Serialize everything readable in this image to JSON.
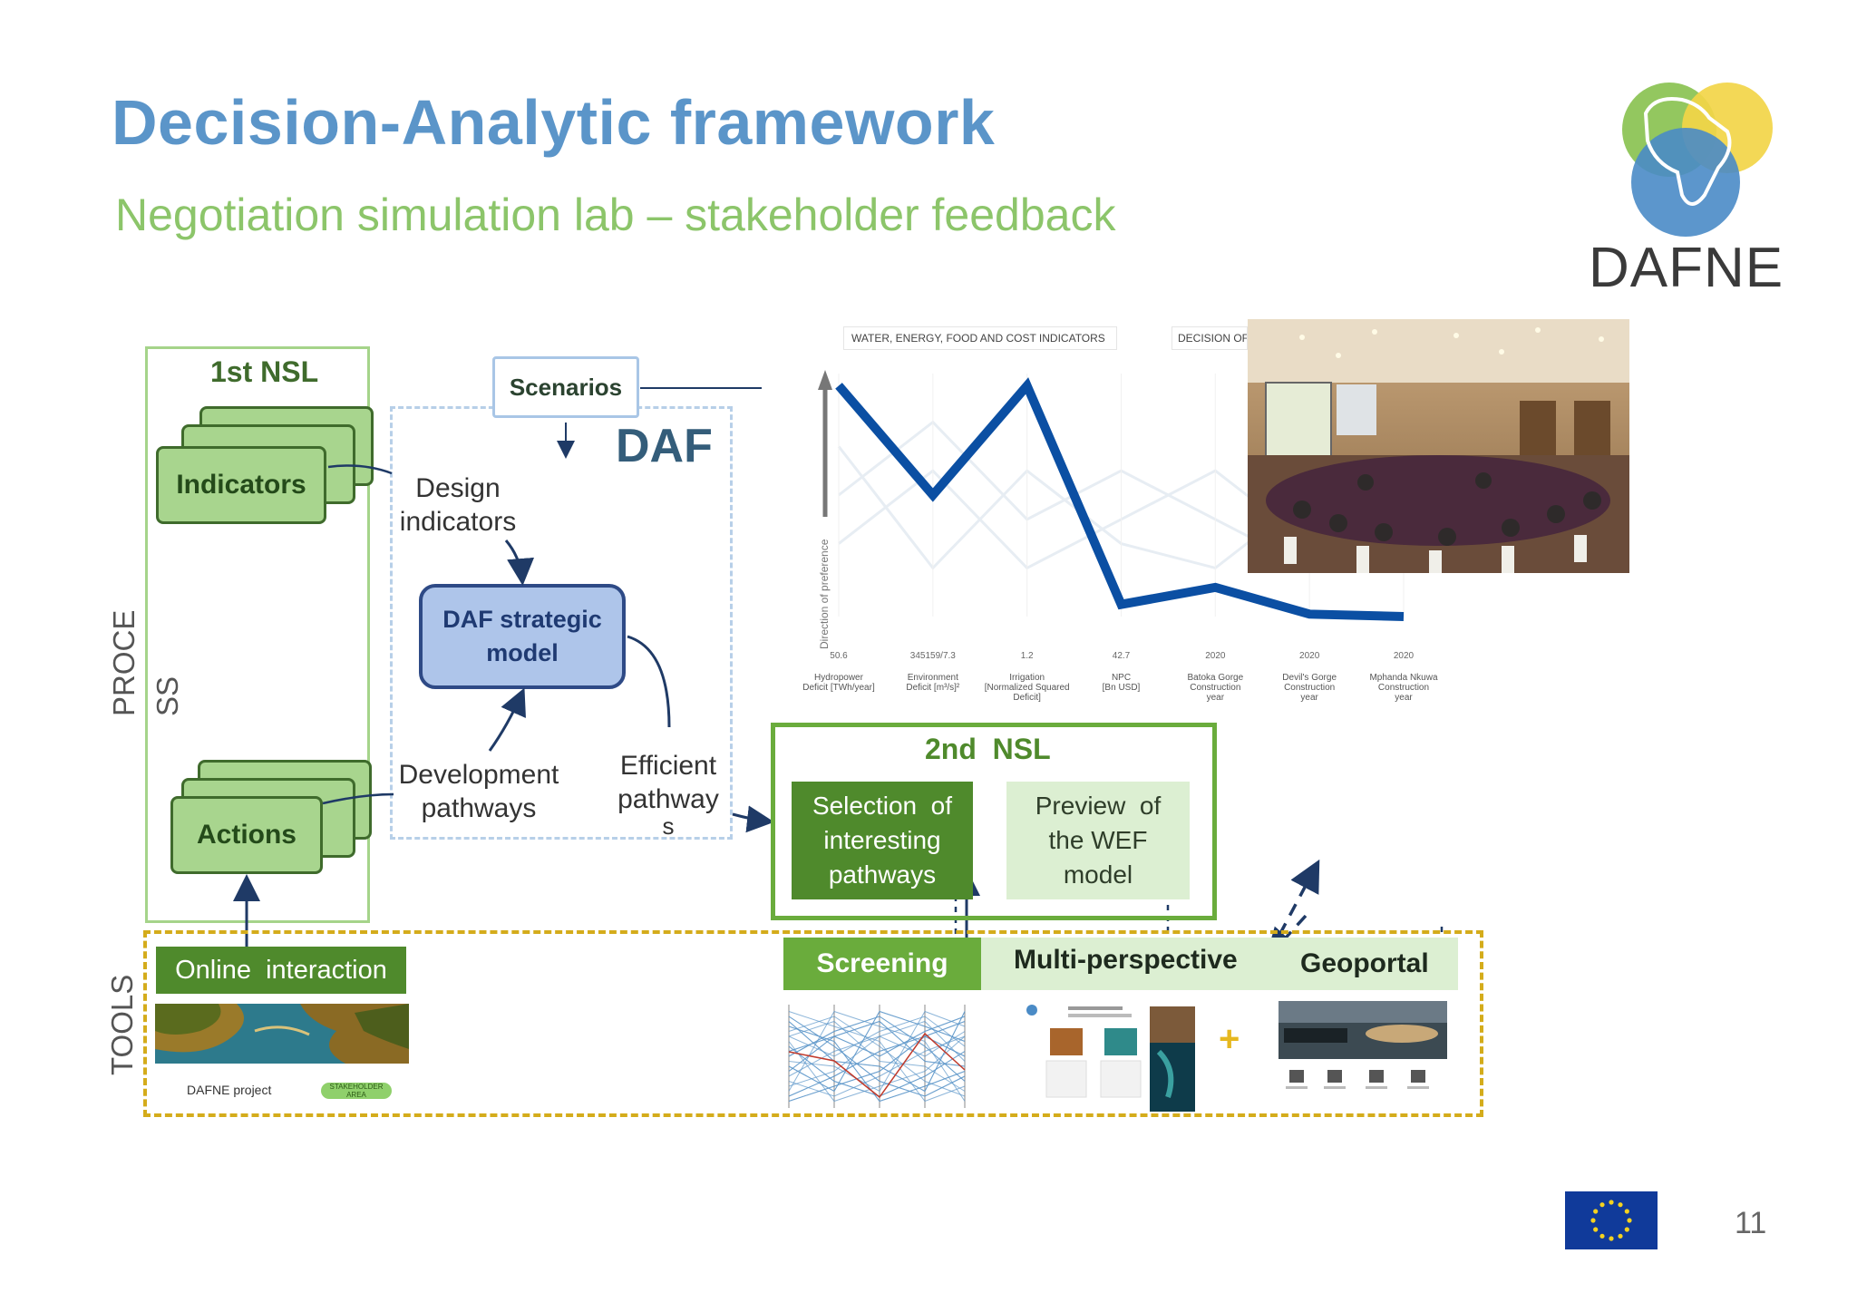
{
  "header": {
    "title": "Decision-Analytic framework",
    "subtitle": "Negotiation simulation lab – stakeholder feedback",
    "logo_text": "DAFNE",
    "slide_number": "11"
  },
  "left_panel": {
    "first_nsl": "1st NSL",
    "indicators": "Indicators",
    "actions": "Actions",
    "process_label_1": "PROCE",
    "process_label_2": "SS"
  },
  "daf": {
    "scenarios": "Scenarios",
    "title": "DAF",
    "design_indicators_1": "Design",
    "design_indicators_2": "indicators",
    "strategic_model_1": "DAF strategic",
    "strategic_model_2": "model",
    "development_1": "Development",
    "development_2": "pathways",
    "efficient_1": "Efficient",
    "efficient_2": "pathway",
    "efficient_3": "s"
  },
  "second_nsl": {
    "title": "2nd  NSL",
    "selection_1": "Selection  of",
    "selection_2": "interesting",
    "selection_3": "pathways",
    "preview_1": "Preview  of",
    "preview_2": "the WEF",
    "preview_3": "model"
  },
  "tools": {
    "label": "TOOLS",
    "online_interaction": "Online  interaction",
    "dafne_project": "DAFNE project",
    "stakeholder_area": "STAKEHOLDER AREA",
    "screening": "Screening",
    "multi_perspective": "Multi-perspective",
    "geoportal": "Geoportal",
    "plus": "+"
  },
  "chart_panel": {
    "header_left": "WATER, ENERGY, FOOD AND COST INDICATORS",
    "header_right": "DECISION OF",
    "y_axis_label": "Direction of preference",
    "top_values": [
      "50.6",
      "345159/7.3",
      "1.2",
      "42.7",
      "2020",
      "2020",
      "2020"
    ],
    "axis_labels": [
      [
        "Hydropower",
        "Deficit [TWh/year]"
      ],
      [
        "Environment",
        "Deficit [m³/s]²"
      ],
      [
        "Irrigation",
        "[Normalized Squared",
        "Deficit]"
      ],
      [
        "NPC",
        "[Bn USD]"
      ],
      [
        "Batoka Gorge",
        "Construction",
        "year"
      ],
      [
        "Devil's Gorge",
        "Construction",
        "year"
      ],
      [
        "Mphanda Nkuwa",
        "Construction",
        "year"
      ]
    ]
  },
  "chart_data": {
    "type": "line",
    "title": "",
    "xlabel": "",
    "ylabel": "Direction of preference",
    "categories": [
      "Hydropower Deficit [TWh/year]",
      "Environment Deficit [m³/s]²",
      "Irrigation [Normalized Squared Deficit]",
      "NPC [Bn USD]",
      "Batoka Gorge Construction year",
      "Devil's Gorge Construction year",
      "Mphanda Nkuwa Construction year"
    ],
    "series": [
      {
        "values": [
          0.95,
          0.5,
          0.95,
          0.05,
          0.12,
          0.01,
          0.0
        ]
      }
    ],
    "ylim": [
      0,
      1
    ],
    "color": "#0b4fa3",
    "grid": false
  },
  "colors": {
    "title_blue": "#5b95c9",
    "subtitle_green": "#8cc56a",
    "nsl_green": "#4f8a2c",
    "dark_green_fill": "#4f8a2c",
    "light_green_fill": "#dcefd2",
    "tools_border": "#d4ac1b",
    "strategic_fill": "#aec5ea",
    "strategic_border": "#2e4a86",
    "arrow": "#1f3a66"
  },
  "icons": {
    "photo": "meeting-room-photo",
    "map": "aerial-landscape-image",
    "eu_flag": "eu-flag-icon",
    "logo": "dafne-circles-logo"
  }
}
